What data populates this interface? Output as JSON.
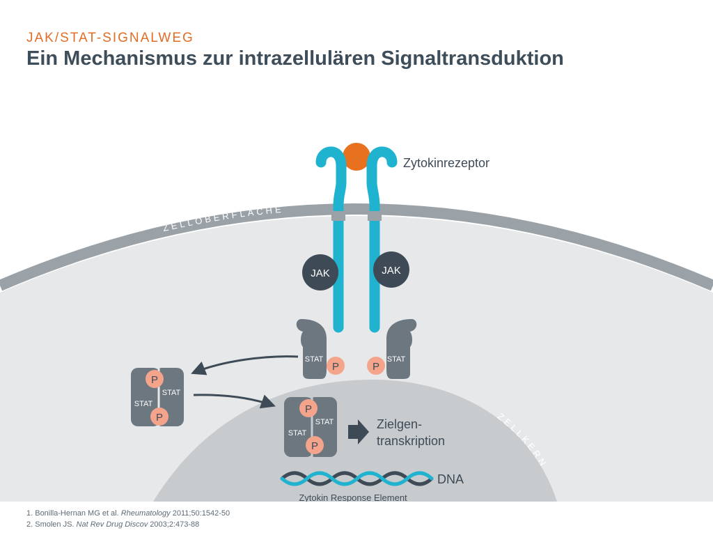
{
  "header": {
    "subtitle": "JAK/STAT-SIGNALWEG",
    "title": "Ein Mechanismus zur intrazellulären Signaltransduktion"
  },
  "labels": {
    "receptor": "Zytokinrezeptor",
    "cell_surface": "ZELLOBERFLÄCHE",
    "nucleus": "ZELLKERN",
    "jak": "JAK",
    "stat": "STAT",
    "phosphate": "P",
    "transcription_line1": "Zielgen-",
    "transcription_line2": "transkription",
    "dna": "DNA",
    "response_element": "Zytokin Response Element"
  },
  "references": [
    {
      "prefix": "1. Bonilla-Hernan MG et al. ",
      "journal": "Rheumatology",
      "suffix": " 2011;50:1542-50"
    },
    {
      "prefix": "2. Smolen JS. ",
      "journal": "Nat Rev Drug Discov",
      "suffix": " 2003;2:473-88"
    }
  ],
  "colors": {
    "accent_orange": "#e8711f",
    "receptor_teal": "#1fb3cf",
    "jak_dark": "#3e4b57",
    "stat_gray": "#6d7780",
    "phosphate_salmon": "#f4a48b",
    "cell_fill": "#e7e8e9",
    "membrane": "#9aa2a8",
    "nucleus_fill": "#c8cbce"
  }
}
